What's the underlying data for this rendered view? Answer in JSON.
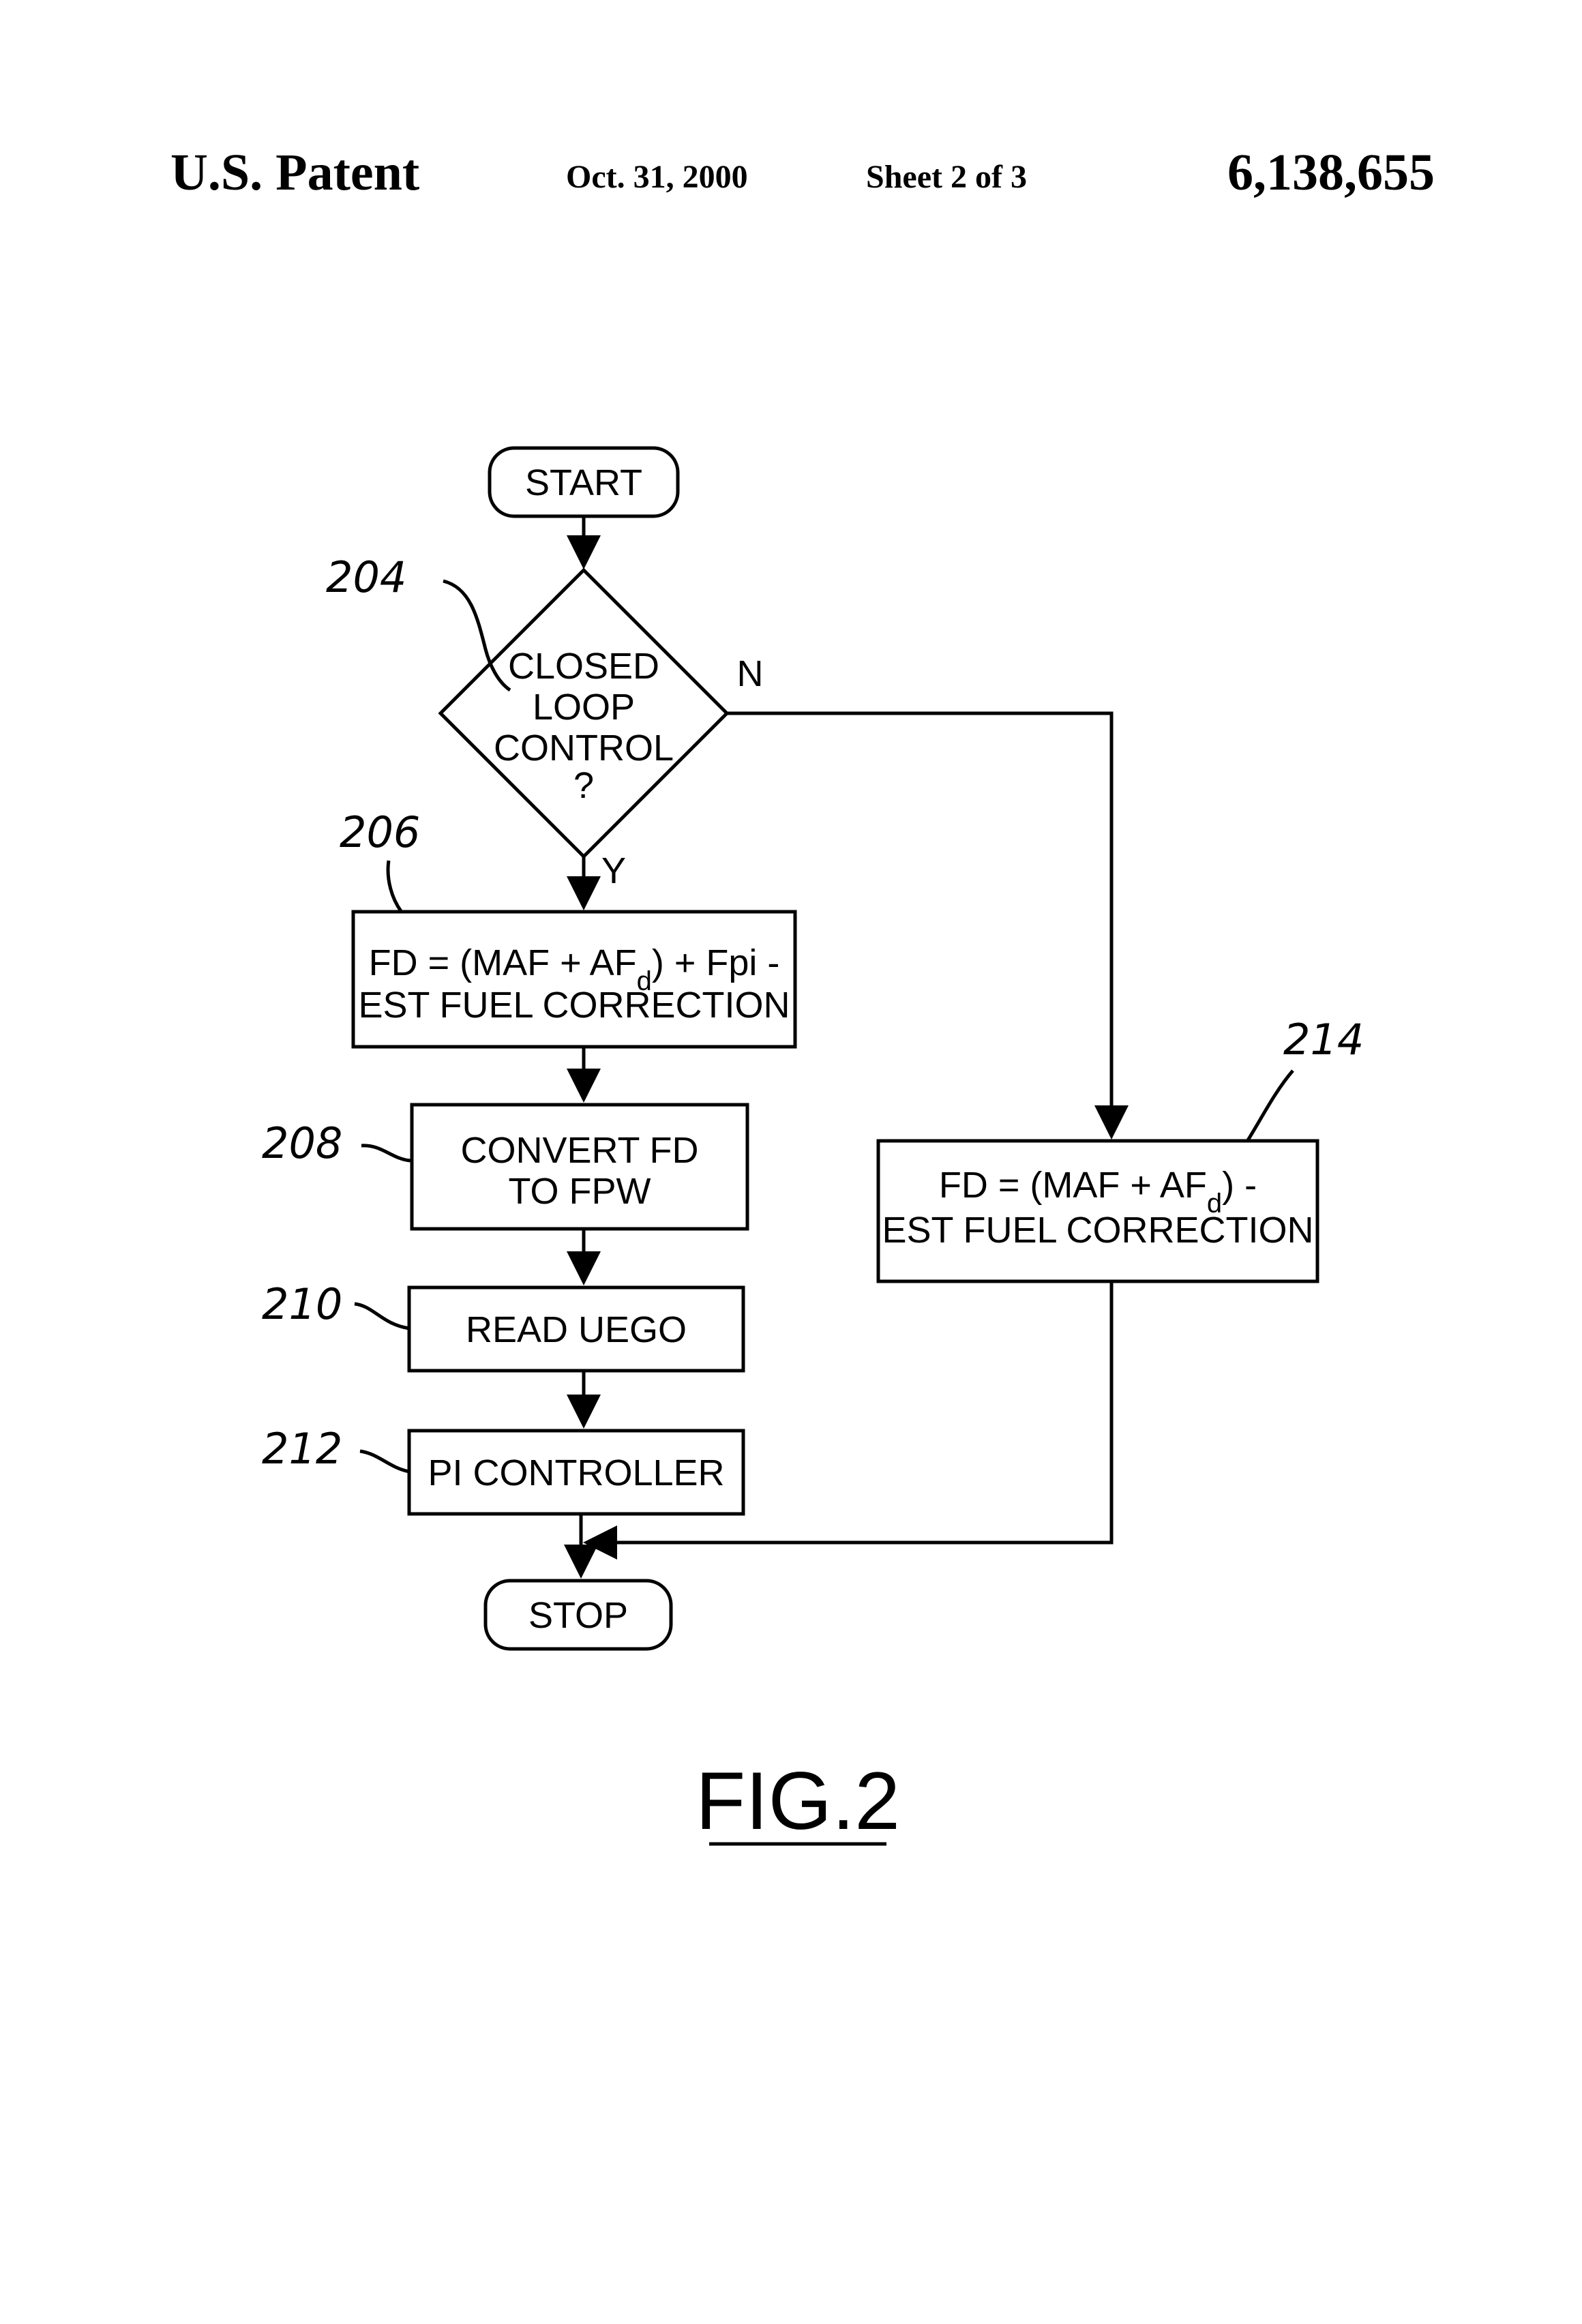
{
  "header": {
    "left": "U.S. Patent",
    "date": "Oct. 31, 2000",
    "sheet": "Sheet 2 of 3",
    "patent_number": "6,138,655"
  },
  "flowchart": {
    "start": "START",
    "decision": {
      "ref": "204",
      "lines": [
        "CLOSED",
        "LOOP",
        "CONTROL",
        "?"
      ],
      "yes_label": "Y",
      "no_label": "N"
    },
    "step_206": {
      "ref": "206",
      "line1_pre": "FD = (MAF + AF",
      "line1_sub": "d",
      "line1_post": ") + Fpi -",
      "line2": "EST FUEL CORRECTION"
    },
    "step_208": {
      "ref": "208",
      "lines": [
        "CONVERT FD",
        "TO FPW"
      ]
    },
    "step_210": {
      "ref": "210",
      "label": "READ UEGO"
    },
    "step_212": {
      "ref": "212",
      "label": "PI CONTROLLER"
    },
    "step_214": {
      "ref": "214",
      "line1_pre": "FD = (MAF + AF",
      "line1_sub": "d",
      "line1_post": ") -",
      "line2": "EST FUEL CORRECTION"
    },
    "stop": "STOP"
  },
  "figure_label": "FIG.2"
}
